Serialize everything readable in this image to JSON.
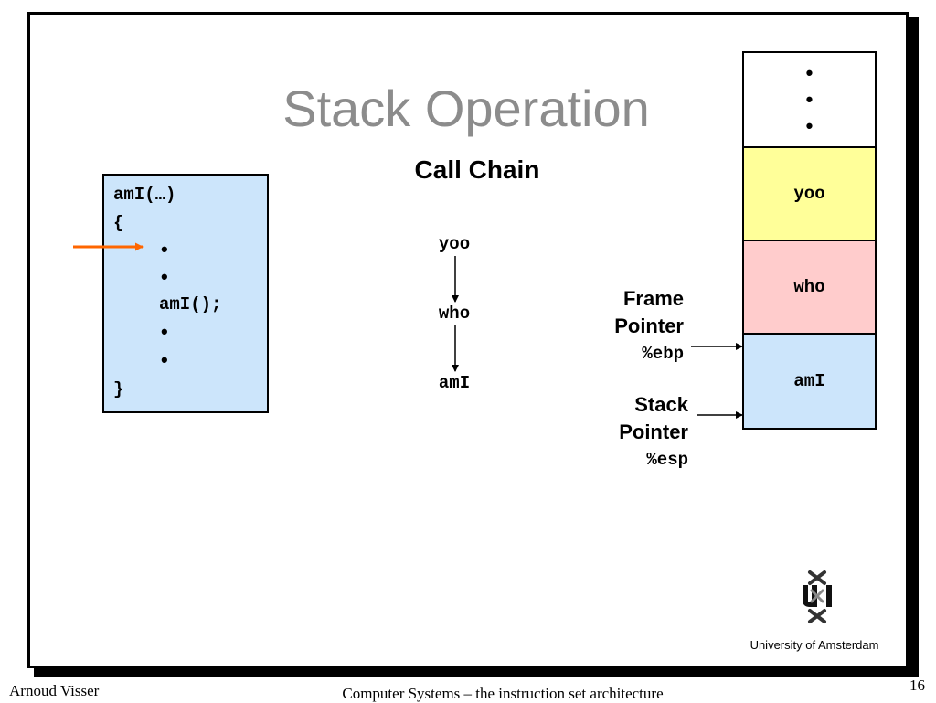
{
  "slide": {
    "title": "Stack Operation",
    "subtitle": "Call Chain",
    "slide_number": "16"
  },
  "code": {
    "line1": "amI(…)",
    "line2": "{",
    "bullet": "•",
    "call": "amI();",
    "line_end": "}"
  },
  "call_chain": [
    "yoo",
    "who",
    "amI"
  ],
  "stack": {
    "dots": "•",
    "frames": [
      "yoo",
      "who",
      "amI"
    ],
    "colors": {
      "yoo": "#ffff99",
      "who": "#ffcccc",
      "amI": "#cce5fb",
      "dots": "#ffffff"
    }
  },
  "pointers": {
    "frame": {
      "line1": "Frame",
      "line2": "Pointer",
      "reg": "%ebp"
    },
    "stack": {
      "line1": "Stack",
      "line2": "Pointer",
      "reg": "%esp"
    }
  },
  "colors": {
    "title": "#8c8c8c",
    "code_box": "#cce5fb",
    "pc_arrow": "#ff6600"
  },
  "logo": {
    "mark": "UvA",
    "caption": "University  of Amsterdam"
  },
  "footer": {
    "author": "Arnoud Visser",
    "course": "Computer Systems – the instruction set architecture"
  }
}
